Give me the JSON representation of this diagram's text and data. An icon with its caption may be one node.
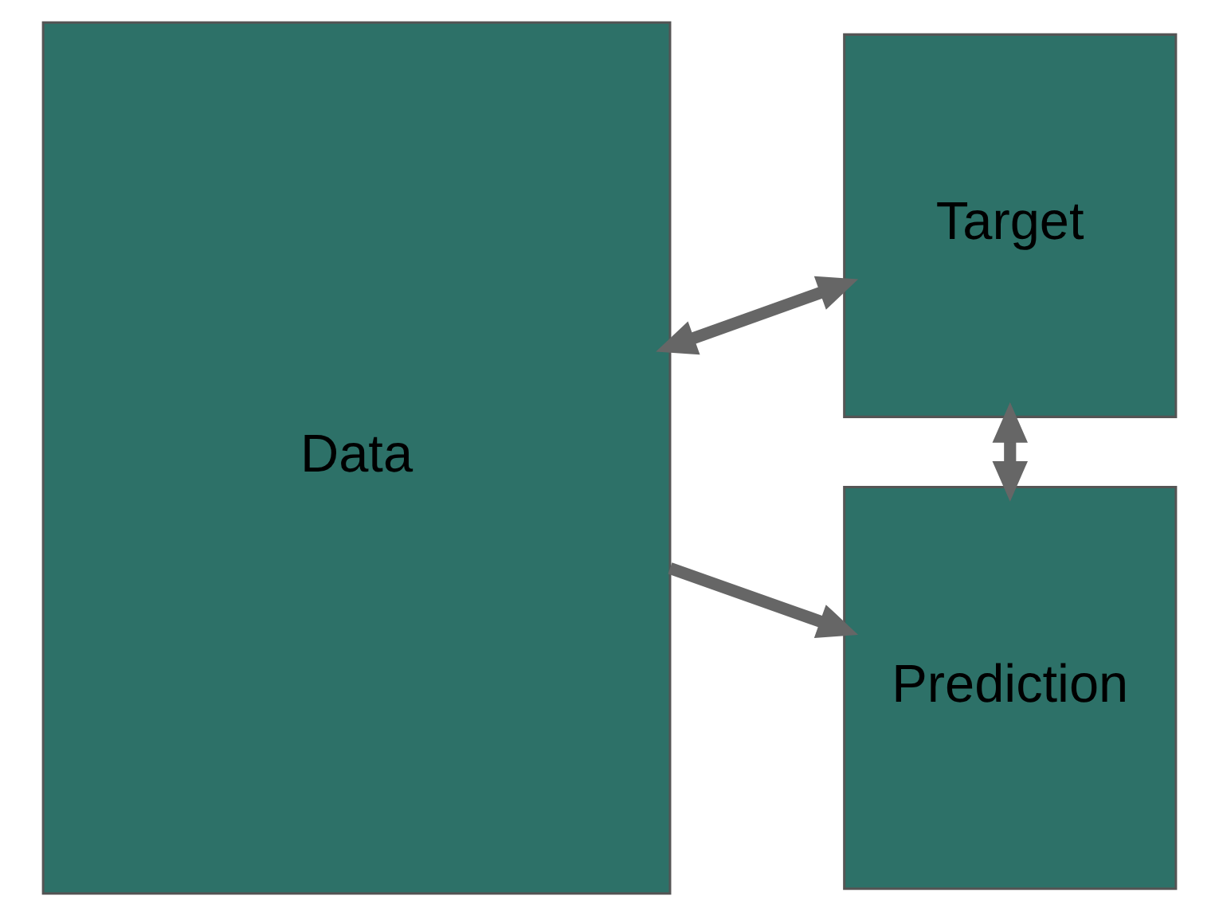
{
  "diagram": {
    "nodes": [
      {
        "text": [
          "Data"
        ]
      },
      {
        "text": [
          "Target"
        ]
      },
      {
        "text": [
          "Prediction"
        ]
      }
    ],
    "edges": [
      {
        "from": 0,
        "to": 1,
        "arrow": "both"
      },
      {
        "from": 0,
        "to": 2,
        "arrow": "to"
      },
      {
        "from": 1,
        "to": 2,
        "arrow": "both"
      }
    ]
  }
}
